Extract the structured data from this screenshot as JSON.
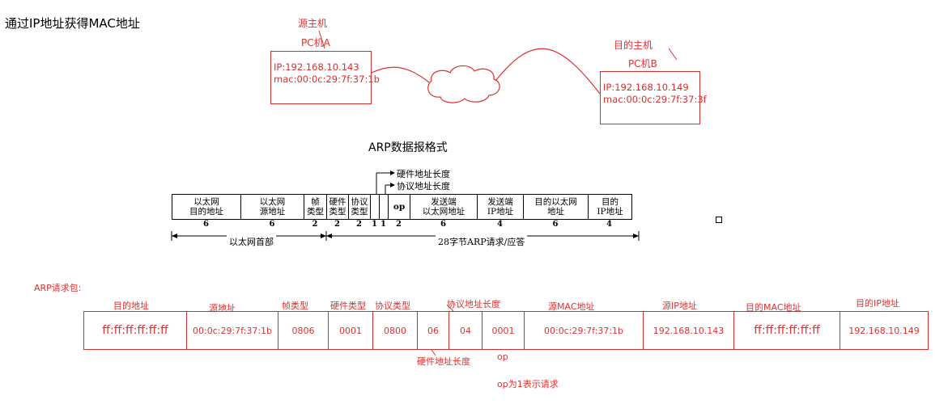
{
  "title": "通过IP地址获得MAC地址",
  "source_host": {
    "caption": "源主机",
    "name": "PC机A",
    "ip": "IP:192.168.10.143",
    "mac": "mac:00:0c:29:7f:37:1b"
  },
  "dest_host": {
    "caption": "目的主机",
    "name": "PC机B",
    "ip": "IP:192.168.10.149",
    "mac": "mac:00:0c:29:7f:37:3f"
  },
  "arp_format": {
    "title": "ARP数据报格式",
    "hw_len_label": "硬件地址长度",
    "proto_len_label": "协议地址长度",
    "fields": [
      {
        "label": "以太网\n目的地址",
        "size": "6"
      },
      {
        "label": "以太网\n源地址",
        "size": "6"
      },
      {
        "label": "帧\n类型",
        "size": "2"
      },
      {
        "label": "硬件\n类型",
        "size": "2"
      },
      {
        "label": "协议\n类型",
        "size": "2"
      },
      {
        "label": "",
        "size": "1"
      },
      {
        "label": "",
        "size": "1"
      },
      {
        "label": "op",
        "size": "2"
      },
      {
        "label": "发送端\n以太网地址",
        "size": "6"
      },
      {
        "label": "发送端\nIP地址",
        "size": "4"
      },
      {
        "label": "目的以太网\n地址",
        "size": "6"
      },
      {
        "label": "目的\nIP地址",
        "size": "4"
      }
    ],
    "eth_header_label": "以太网首部",
    "arp_body_label": "28字节ARP请求/应答"
  },
  "arp_request": {
    "caption": "ARP请求包:",
    "headers": [
      "目的地址",
      "源地址",
      "帧类型",
      "硬件类型",
      "协议类型",
      "协议地址长度",
      "源MAC地址",
      "源IP地址",
      "目的MAC地址",
      "目的IP地址"
    ],
    "cells": [
      "ff:ff:ff:ff:ff:ff",
      "00:0c:29:7f:37:1b",
      "0806",
      "0001",
      "0800",
      "06",
      "04",
      "0001",
      "00:0c:29:7f:37:1b",
      "192.168.10.143",
      "ff:ff:ff:ff:ff:ff",
      "192.168.10.149"
    ],
    "hw_len_label": "硬件地址长度",
    "op_label": "op",
    "op_note": "op为1表示请求"
  },
  "colors": {
    "accent": "#e03030",
    "line": "#000000"
  }
}
